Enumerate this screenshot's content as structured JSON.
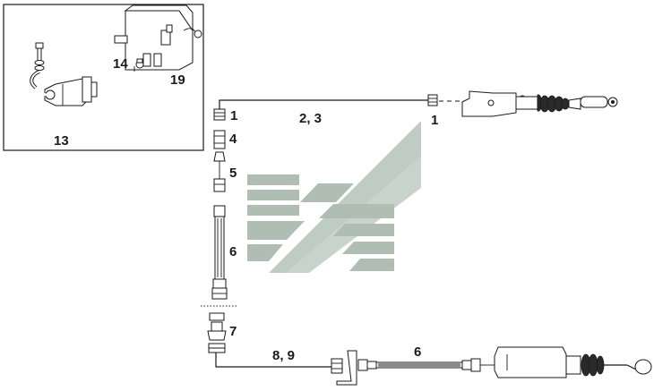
{
  "callouts": {
    "inset_13": "13",
    "inset_14": "14",
    "inset_19": "19",
    "fitting_top": "1",
    "pipe_top": "2, 3",
    "fitting_master": "1",
    "union": "4",
    "adapter": "5",
    "hose_vertical": "6",
    "connector": "7",
    "pipe_bottom": "8, 9",
    "hose_bottom": "6"
  },
  "colors": {
    "line": "#1a1a1a",
    "watermark": "#b9c7bd",
    "watermark_dark": "#a7b6ab"
  },
  "icons": {
    "watermark": "brand-logo-watermark"
  }
}
